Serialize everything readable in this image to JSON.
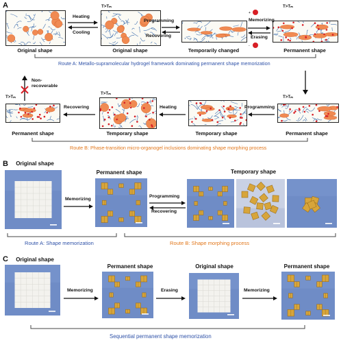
{
  "panels": {
    "a": "A",
    "b": "B",
    "c": "C"
  },
  "colors": {
    "route_a": "#2f52a8",
    "route_b": "#e2771b",
    "gel": "#f08a52",
    "network": "#3f6fae",
    "metal_ion": "#d81f26",
    "photo_bg": "#6f8cc6",
    "specimen_white": "#f3f2ee",
    "specimen_gold": "#d7a53b"
  },
  "a": {
    "temp": "T>Tₘ",
    "row1_labels": [
      "Original shape",
      "Original shape",
      "Temporarily changed",
      "Permanent shape"
    ],
    "heating": "Heating",
    "cooling": "Cooling",
    "programming": "Programming",
    "recovering": "Recovering",
    "memorizing": "Memorizing",
    "erasing": "Erasing",
    "route_a": "Route A: Metallo-supramolecular hydrogel framework dominating permanent shape memorization",
    "non_recoverable": "Non-\nrecoverable",
    "recovering2": "Recovering",
    "heating2": "Heating",
    "programming2": "Programming",
    "row2_labels": [
      "Permanent shape",
      "Temporary shape",
      "Temporary shape",
      "Permanent shape"
    ],
    "route_b": "Route B: Phase-transition micro-organogel inclusions dominating shape morphing process"
  },
  "b": {
    "original": "Original shape",
    "permanent": "Permanent shape",
    "temporary": "Temporary shape",
    "memorizing": "Memorizing",
    "programming": "Programming",
    "recovering": "Recovering",
    "route_a": "Route A: Shape memorization",
    "route_b": "Route B: Shape morphing process"
  },
  "c": {
    "labels": [
      "Original shape",
      "Permanent shape",
      "Original shape",
      "Permanent shape"
    ],
    "memorizing": "Memorizing",
    "erasing": "Erasing",
    "memorizing2": "Memorizing",
    "caption": "Sequential permanent shape memorization"
  }
}
